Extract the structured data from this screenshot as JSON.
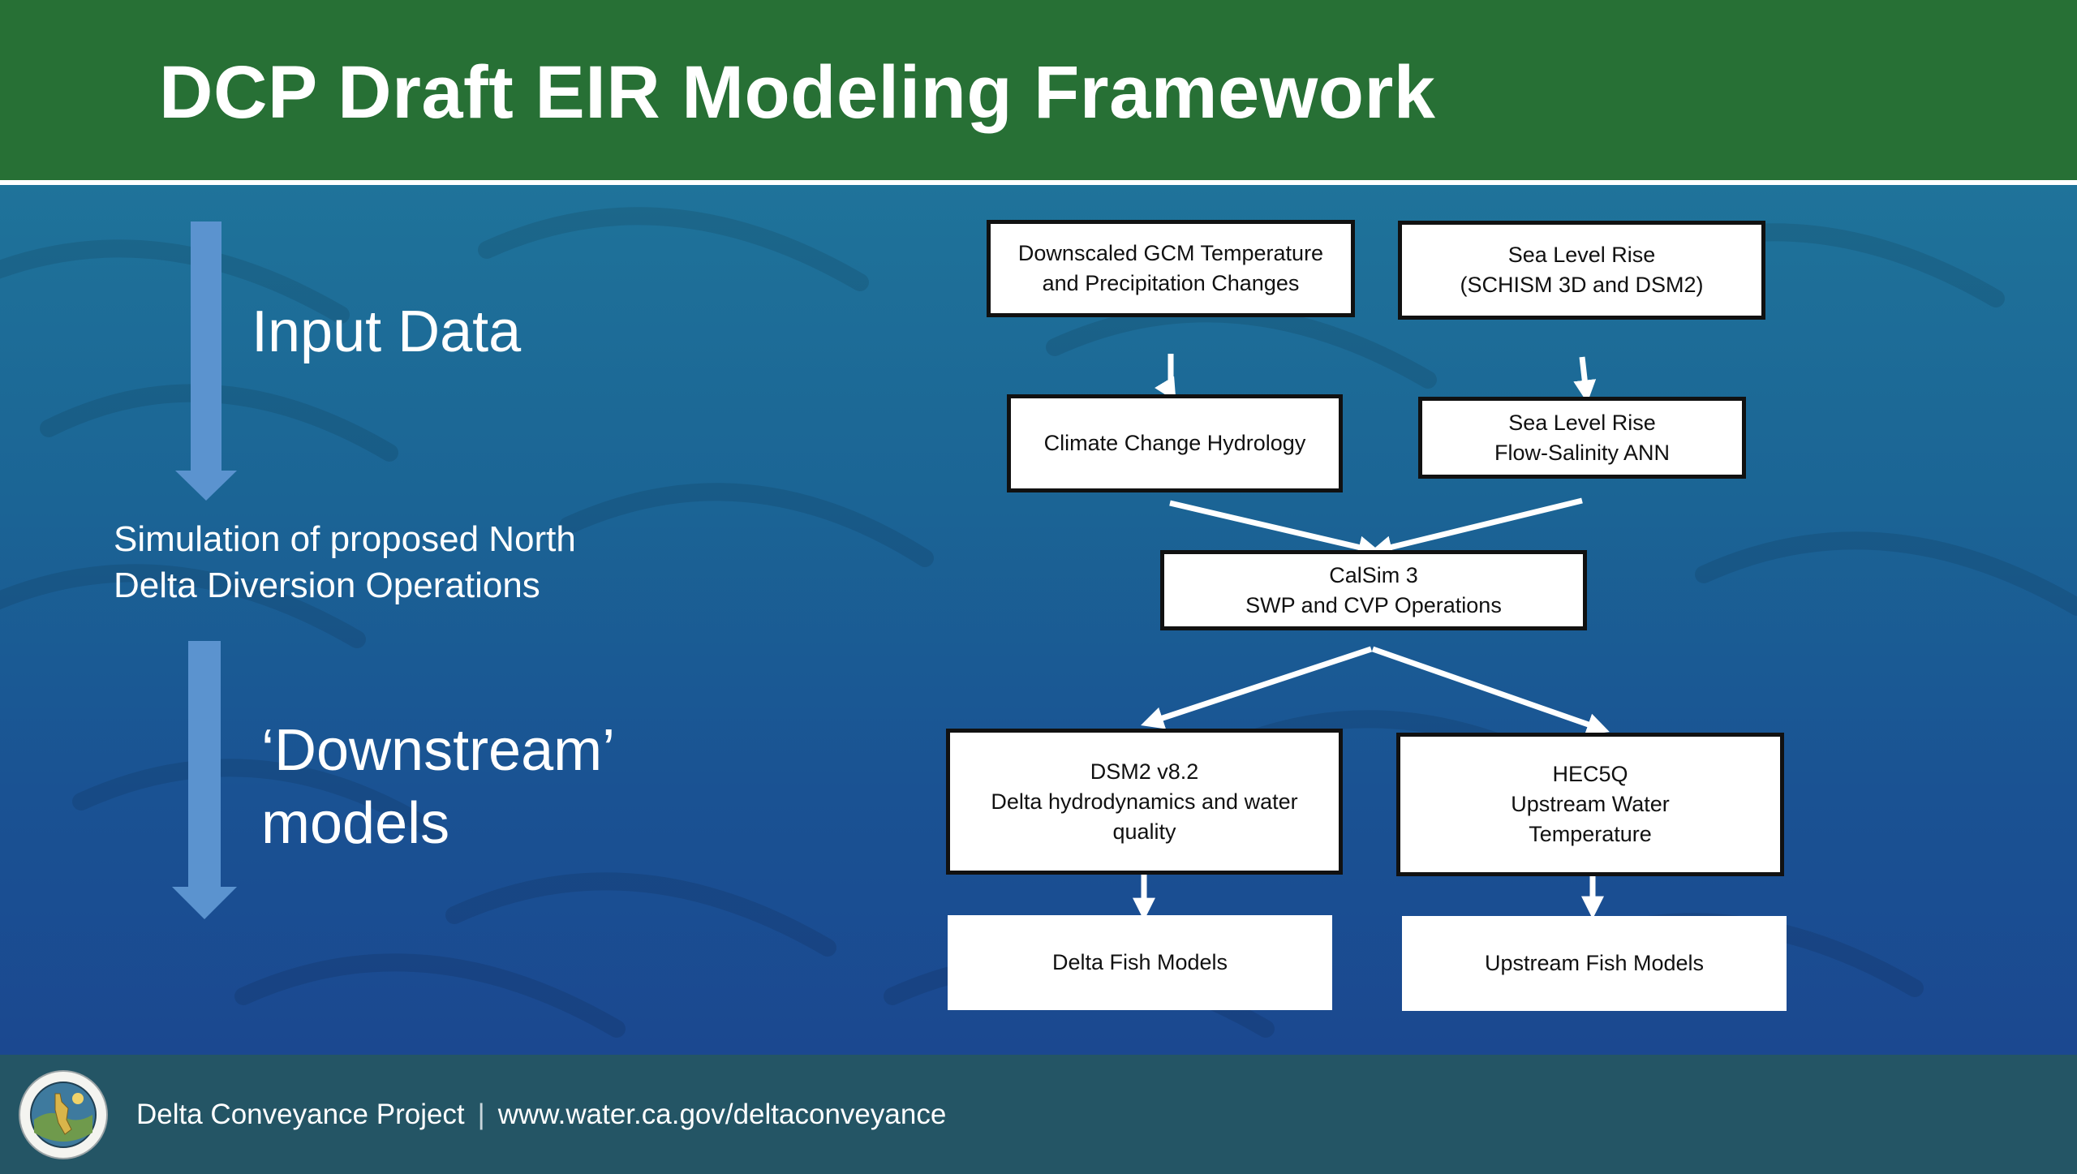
{
  "title": "DCP Draft EIR Modeling Framework",
  "left_labels": {
    "input_data": "Input Data",
    "simulation_line1": "Simulation of proposed North",
    "simulation_line2": "Delta Diversion Operations",
    "downstream_line1": "‘Downstream’",
    "downstream_line2": "models"
  },
  "boxes": {
    "gcm": "Downscaled GCM Temperature\nand Precipitation Changes",
    "sea_level_rise": "Sea Level Rise\n(SCHISM 3D and DSM2)",
    "climate_hydrology": "Climate Change Hydrology",
    "slr_ann": "Sea Level Rise\nFlow-Salinity ANN",
    "calsim": "CalSim 3\nSWP and CVP Operations",
    "dsm2": "DSM2 v8.2\nDelta hydrodynamics and water\nquality",
    "hec5q": "HEC5Q\nUpstream Water\nTemperature",
    "delta_fish": "Delta Fish Models",
    "upstream_fish": "Upstream Fish Models"
  },
  "footer": {
    "project": "Delta Conveyance Project",
    "separator": "|",
    "url": "www.water.ca.gov/deltaconveyance"
  },
  "colors": {
    "header_green": "#277035",
    "footer_teal": "#245565",
    "arrow_blue": "#5b93cf"
  },
  "icons": {
    "seal": "dwr-seal-icon"
  }
}
